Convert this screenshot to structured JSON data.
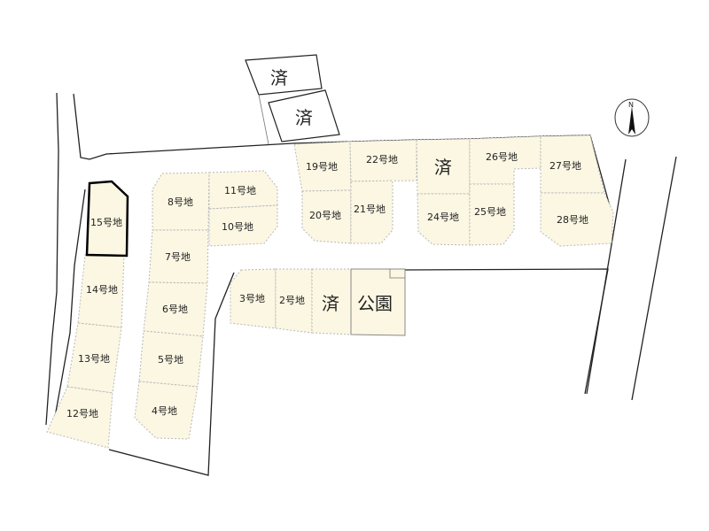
{
  "map": {
    "lots": [
      {
        "id": "lot-2",
        "label": "2号地"
      },
      {
        "id": "lot-3",
        "label": "3号地"
      },
      {
        "id": "lot-4",
        "label": "4号地"
      },
      {
        "id": "lot-5",
        "label": "5号地"
      },
      {
        "id": "lot-6",
        "label": "6号地"
      },
      {
        "id": "lot-7",
        "label": "7号地"
      },
      {
        "id": "lot-8",
        "label": "8号地"
      },
      {
        "id": "lot-10",
        "label": "10号地"
      },
      {
        "id": "lot-11",
        "label": "11号地"
      },
      {
        "id": "lot-12",
        "label": "12号地"
      },
      {
        "id": "lot-13",
        "label": "13号地"
      },
      {
        "id": "lot-14",
        "label": "14号地"
      },
      {
        "id": "lot-15",
        "label": "15号地",
        "highlighted": true
      },
      {
        "id": "lot-19",
        "label": "19号地"
      },
      {
        "id": "lot-20",
        "label": "20号地"
      },
      {
        "id": "lot-21",
        "label": "21号地"
      },
      {
        "id": "lot-22",
        "label": "22号地"
      },
      {
        "id": "lot-24",
        "label": "24号地"
      },
      {
        "id": "lot-25",
        "label": "25号地"
      },
      {
        "id": "lot-26",
        "label": "26号地"
      },
      {
        "id": "lot-27",
        "label": "27号地"
      },
      {
        "id": "lot-28",
        "label": "28号地"
      }
    ],
    "sold_label": "済",
    "park_label": "公園",
    "north_label": "N",
    "colors": {
      "lot_fill": "#fbf7e3",
      "lot_border": "#b8b8b8",
      "highlight_border": "#000000",
      "road_line": "#222222"
    }
  }
}
